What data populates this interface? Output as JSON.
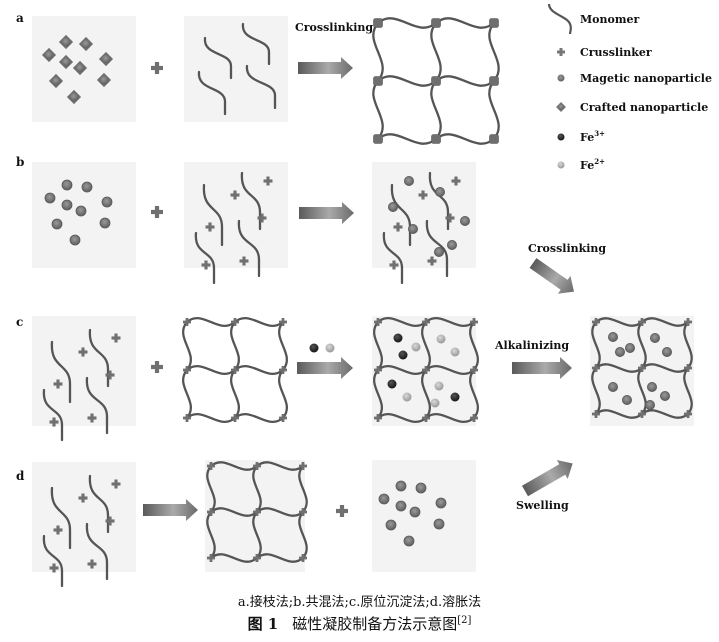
{
  "panels": {
    "a": {
      "label": "a",
      "arrow_label": "Crosslinking"
    },
    "b": {
      "label": "b"
    },
    "c": {
      "label": "c",
      "arrow_label_alk": "Alkalinizing",
      "arrow_label_cross": "Crosslinking"
    },
    "d": {
      "label": "d",
      "arrow_label": "Swelling"
    }
  },
  "legend": {
    "items": [
      {
        "icon": "monomer-chain-icon",
        "label": "Monomer"
      },
      {
        "icon": "crosslinker-plus-icon",
        "label": "Crusslinker"
      },
      {
        "icon": "magnetic-nanoparticle-icon",
        "label": "Magetic nanoparticle"
      },
      {
        "icon": "grafted-nanoparticle-icon",
        "label": "Crafted nanoparticle"
      },
      {
        "icon": "fe3-ion-icon",
        "label": "Fe",
        "sup": "3+"
      },
      {
        "icon": "fe2-ion-icon",
        "label": "Fe",
        "sup": "2+"
      }
    ]
  },
  "caption": {
    "methods": "a.接枝法;b.共混法;c.原位沉淀法;d.溶胀法",
    "figure_no": "图 1",
    "title": "磁性凝胶制备方法示意图",
    "ref": "[2]"
  },
  "colors": {
    "box_bg": "#f3f3f3",
    "line": "#555555",
    "particle": "#7a7a7a",
    "fe3": "#2a2a2a",
    "fe2": "#b4b4b4"
  }
}
